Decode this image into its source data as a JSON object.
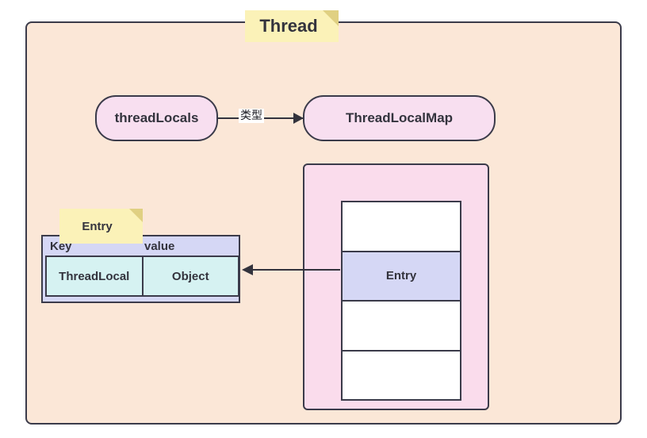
{
  "diagram": {
    "title_note": "Thread",
    "nodes": {
      "thread_locals": "threadLocals",
      "thread_local_map": "ThreadLocalMap"
    },
    "edges": {
      "type_label": "类型"
    },
    "map_table": {
      "rows": [
        {
          "label": "",
          "filled": false
        },
        {
          "label": "Entry",
          "filled": true
        },
        {
          "label": "",
          "filled": false
        },
        {
          "label": "",
          "filled": false
        }
      ]
    },
    "entry_table": {
      "note_label": "Entry",
      "headers": {
        "key": "Key",
        "value": "value"
      },
      "cells": {
        "key": "ThreadLocal",
        "value": "Object"
      }
    },
    "colors": {
      "thread_bg": "#fbe7d7",
      "note_bg": "#fbf2b8",
      "note_fold": "#e0d082",
      "pill_bg": "#f8dff0",
      "map_container_bg": "#fadcec",
      "entry_row_bg": "#d5d7f5",
      "entry_cell_bg": "#d6f2f2",
      "stroke": "#3b3b4a",
      "text": "#33333d"
    }
  }
}
